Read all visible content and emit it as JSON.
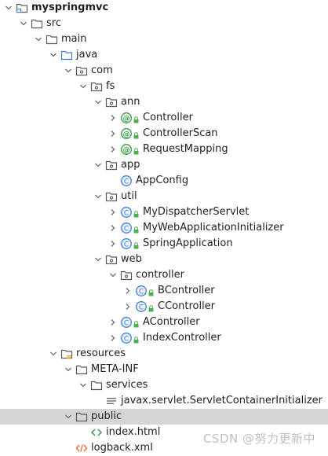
{
  "project": {
    "tree": [
      {
        "label": "myspringmvc",
        "depth": 0,
        "arrow": "down",
        "icon": "project-folder-icon",
        "bold": true
      },
      {
        "label": "src",
        "depth": 1,
        "arrow": "down",
        "icon": "folder-icon"
      },
      {
        "label": "main",
        "depth": 2,
        "arrow": "down",
        "icon": "folder-icon"
      },
      {
        "label": "java",
        "depth": 3,
        "arrow": "down",
        "icon": "source-folder-icon"
      },
      {
        "label": "com",
        "depth": 4,
        "arrow": "down",
        "icon": "package-icon"
      },
      {
        "label": "fs",
        "depth": 5,
        "arrow": "down",
        "icon": "package-icon"
      },
      {
        "label": "ann",
        "depth": 6,
        "arrow": "down",
        "icon": "package-icon"
      },
      {
        "label": "Controller",
        "depth": 7,
        "arrow": "right",
        "icon": "annotation-icon",
        "lock": true
      },
      {
        "label": "ControllerScan",
        "depth": 7,
        "arrow": "right",
        "icon": "annotation-icon",
        "lock": true
      },
      {
        "label": "RequestMapping",
        "depth": 7,
        "arrow": "right",
        "icon": "annotation-icon",
        "lock": true
      },
      {
        "label": "app",
        "depth": 6,
        "arrow": "down",
        "icon": "package-icon"
      },
      {
        "label": "AppConfig",
        "depth": 7,
        "arrow": "none",
        "icon": "class-icon"
      },
      {
        "label": "util",
        "depth": 6,
        "arrow": "down",
        "icon": "package-icon"
      },
      {
        "label": "MyDispatcherServlet",
        "depth": 7,
        "arrow": "right",
        "icon": "class-icon",
        "lock": true
      },
      {
        "label": "MyWebApplicationInitializer",
        "depth": 7,
        "arrow": "right",
        "icon": "class-icon",
        "lock": true
      },
      {
        "label": "SpringApplication",
        "depth": 7,
        "arrow": "right",
        "icon": "class-icon",
        "lock": true
      },
      {
        "label": "web",
        "depth": 6,
        "arrow": "down",
        "icon": "package-icon"
      },
      {
        "label": "controller",
        "depth": 7,
        "arrow": "down",
        "icon": "package-icon"
      },
      {
        "label": "BController",
        "depth": 8,
        "arrow": "right",
        "icon": "class-icon",
        "lock": true
      },
      {
        "label": "CController",
        "depth": 8,
        "arrow": "right",
        "icon": "class-icon",
        "lock": true
      },
      {
        "label": "AController",
        "depth": 7,
        "arrow": "right",
        "icon": "class-icon",
        "lock": true
      },
      {
        "label": "IndexController",
        "depth": 7,
        "arrow": "right",
        "icon": "class-icon",
        "lock": true
      },
      {
        "label": "resources",
        "depth": 3,
        "arrow": "down",
        "icon": "resources-folder-icon"
      },
      {
        "label": "META-INF",
        "depth": 4,
        "arrow": "down",
        "icon": "folder-icon"
      },
      {
        "label": "services",
        "depth": 5,
        "arrow": "down",
        "icon": "folder-icon"
      },
      {
        "label": "javax.servlet.ServletContainerInitializer",
        "depth": 6,
        "arrow": "none",
        "icon": "text-file-icon"
      },
      {
        "label": "public",
        "depth": 4,
        "arrow": "down",
        "icon": "folder-icon",
        "selected": true
      },
      {
        "label": "index.html",
        "depth": 5,
        "arrow": "none",
        "icon": "html-file-icon"
      },
      {
        "label": "logback.xml",
        "depth": 4,
        "arrow": "none",
        "icon": "xml-file-icon"
      }
    ]
  },
  "watermark": "CSDN @努力更新中",
  "colors": {
    "selection": "#d5d5d5",
    "annotation": "#2e9e3c",
    "class": "#3d7fd8",
    "folder": "#5a5a5a",
    "source_folder": "#3d7fd8",
    "resources_marker": "#e6a23c",
    "lock": "#4caf50",
    "xml": "#e06c2e"
  }
}
